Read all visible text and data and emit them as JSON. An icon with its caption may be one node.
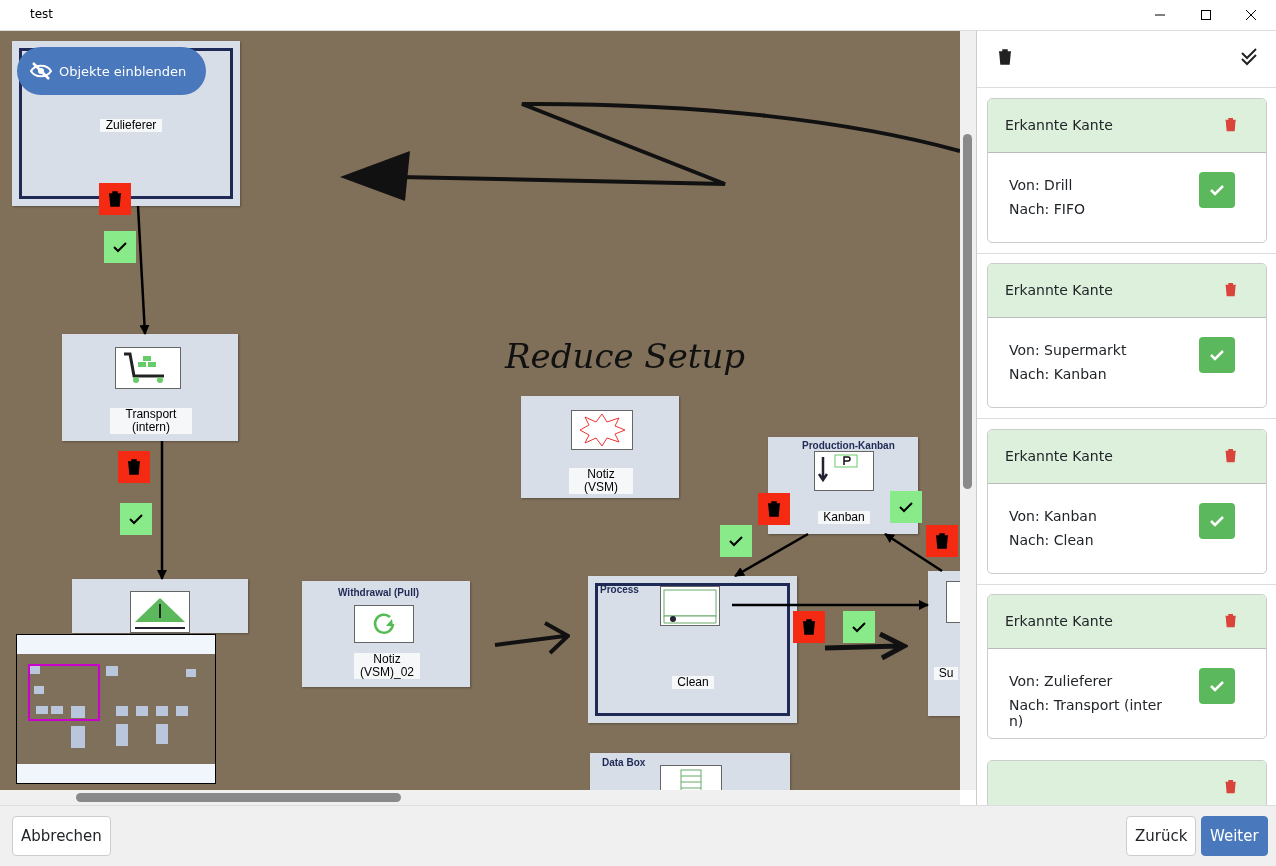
{
  "diagram": {
    "title": "test",
    "nodes": [
      {
        "text": [
          "Zulieferer"
        ]
      },
      {
        "text": [
          "Transport (intern)"
        ]
      },
      {
        "text": [],
        "shape": "picture"
      },
      {
        "text": [
          "Notiz (VSM)_02"
        ]
      },
      {
        "text": [
          "Notiz (VSM)"
        ]
      },
      {
        "text": [
          "Kanban"
        ]
      },
      {
        "text": [
          "Clean"
        ]
      },
      {
        "text": [
          "Su"
        ]
      },
      {
        "text": [],
        "shape": "picture"
      }
    ],
    "edges": [
      {
        "from": 0,
        "to": 1,
        "arrow": "to"
      },
      {
        "from": 1,
        "to": 2,
        "arrow": "to"
      },
      {
        "from": 5,
        "to": 6,
        "arrow": "to"
      },
      {
        "from": 7,
        "to": 5,
        "arrow": "to"
      },
      {
        "from": 6,
        "to": 7,
        "arrow": "to"
      }
    ],
    "labels": [
      "Objekte einblenden",
      "Reduce Setup",
      "Production-Kanban",
      "Withdrawal (Pull)",
      "Process",
      "Data Box",
      "Erkannte Kante",
      "Von: Drill",
      "Nach: FIFO",
      "Erkannte Kante",
      "Von: Supermarkt",
      "Nach: Kanban",
      "Erkannte Kante",
      "Von: Kanban",
      "Nach: Clean",
      "Erkannte Kante",
      "Von: Zulieferer",
      "Nach: Transport (intern)",
      "Abbrechen",
      "Zurück",
      "Weiter"
    ]
  }
}
